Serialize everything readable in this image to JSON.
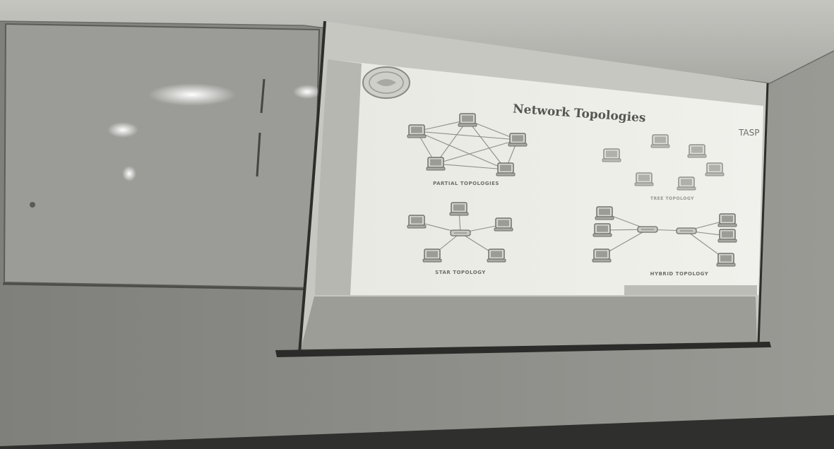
{
  "slide": {
    "title": "Network Topologies",
    "corner_logo_text": "TASP",
    "captions": {
      "top_left": "PARTIAL TOPOLOGIES",
      "top_right": "TREE TOPOLOGY",
      "bottom_left": "STAR TOPOLOGY",
      "bottom_right": "HYBRID TOPOLOGY"
    }
  },
  "colors": {
    "wall": "#8a8a86",
    "ceiling": "#b9b9b4",
    "screen_surface": "#dcdcd6",
    "projected_slide": "#efefea",
    "floor": "#2f2f2d",
    "casing": "#3a3a38"
  },
  "icons": {
    "node": "computer-icon",
    "hub": "switch-icon",
    "logo": "seal-logo-icon"
  }
}
